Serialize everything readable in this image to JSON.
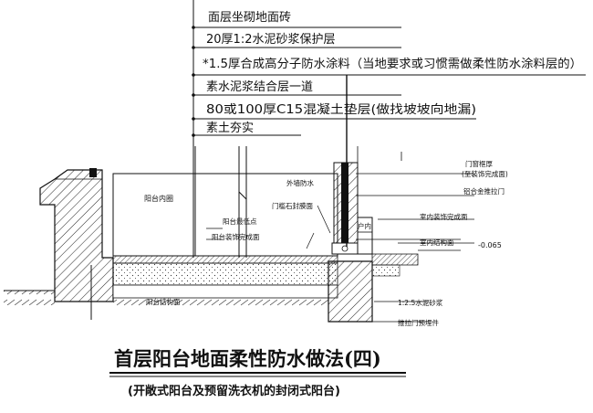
{
  "layers": [
    "面层坐砌地面砖",
    "20厚1:2水泥砂浆保护层",
    "*1.5厚合成高分子防水涂料（当地要求或习惯需做柔性防水涂料层的）",
    "素水泥浆结合层一道",
    "80或100厚C15混凝土垫层(做找坡坡向地漏)",
    "素土夯实"
  ],
  "labels": {
    "balcony_inner": "阳台内圈",
    "balcony_min_h": "阳台最低点",
    "balcony_finish": "阳台装饰完成面",
    "balcony_struct": "阳台结构面",
    "ext_wall_waterproof": "外墙防水",
    "door_stone": "门槛石封膜面",
    "door_frame": "门窗框厚",
    "door_frame_sub": "(至装饰完成面)",
    "alloy_door": "铝合金推拉门",
    "indoor": "户内",
    "indoor_finish": "室内装饰完成面",
    "indoor_struct": "室内结构面",
    "indoor_struct_value": "-0.065",
    "mortar": "1:2.5水泥砂浆",
    "embed_part": "推拉门预埋件"
  },
  "title": "首层阳台地面柔性防水做法(四)",
  "subtitle": "(开敞式阳台及预留洗衣机的封闭式阳台)"
}
